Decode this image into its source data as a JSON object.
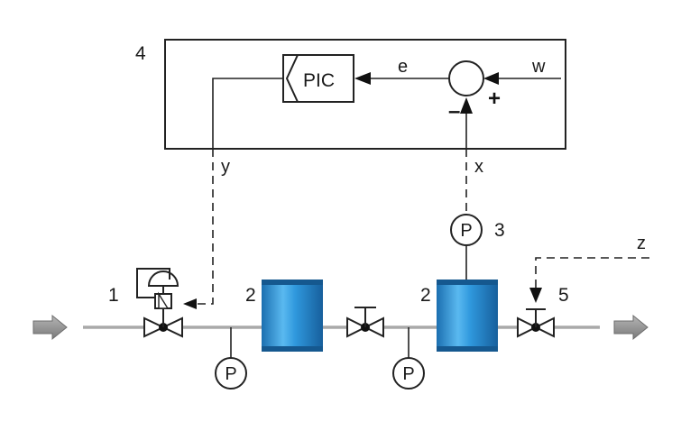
{
  "controller": {
    "tag": "PIC",
    "number": "4"
  },
  "signals": {
    "setpoint": "w",
    "error": "e",
    "feedback": "x",
    "output": "y",
    "disturbance": "z",
    "plus": "+",
    "minus": "–"
  },
  "components": {
    "control_valve": "1",
    "tank_left": "2",
    "tank_right": "2",
    "pressure_transmitter": "3",
    "outlet_valve": "5"
  },
  "instruments": {
    "pt_top": "P",
    "pg_left": "P",
    "pg_right": "P"
  },
  "colors": {
    "tank_blue": "#2a8fd6",
    "pipe_grey": "#a9a9a9",
    "arrow_grey": "#8c8c8c",
    "line": "#222222"
  }
}
